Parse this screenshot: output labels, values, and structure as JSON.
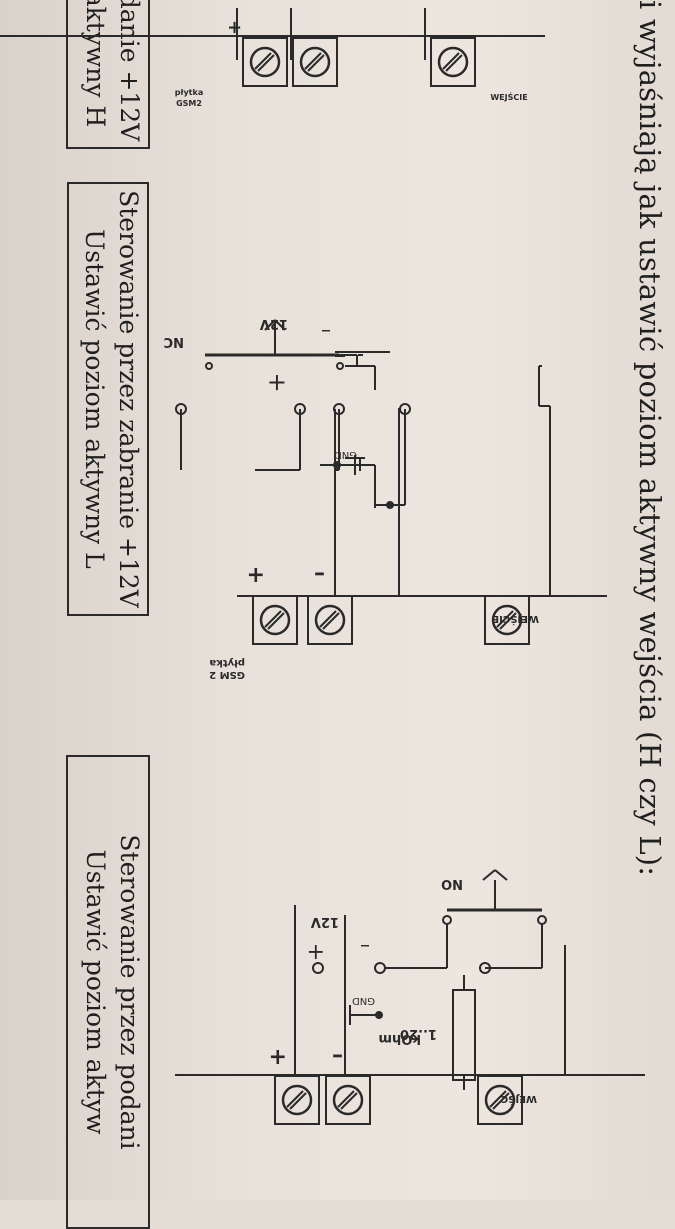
{
  "heading": "i wyjaśniają jak ustawić poziom aktywny wejścia (H czy L):",
  "boxes": {
    "left": {
      "line1": "odanie +12V",
      "line2": "aktywny H"
    },
    "middle": {
      "line1": "Sterowanie przez zabranie +12V",
      "line2": "Ustawić poziom aktywny L"
    },
    "right": {
      "line1": "Sterowanie przez podani",
      "line2": "Ustawić poziom aktyw"
    }
  },
  "diagram_nc": {
    "contact": "NC",
    "supply": "12V",
    "minus": "–",
    "plus": "+",
    "gnd": "GND",
    "terminal_plus": "+",
    "terminal_minus": "–",
    "board_line1": "płytka",
    "board_line2": "GSM 2",
    "input": "WEJŚCIE"
  },
  "diagram_no": {
    "contact": "NO",
    "supply": "12V",
    "minus": "–",
    "plus": "+",
    "gnd": "GND",
    "resistor_value": "1..20",
    "resistor_unit": "kOhm",
    "terminal_plus": "+",
    "terminal_minus": "–",
    "input": "WEJŚC"
  },
  "diagram_left": {
    "terminal_plus": "+",
    "board_line1": "płytka",
    "board_line2": "GSM2",
    "input": "WEJŚCIE"
  }
}
